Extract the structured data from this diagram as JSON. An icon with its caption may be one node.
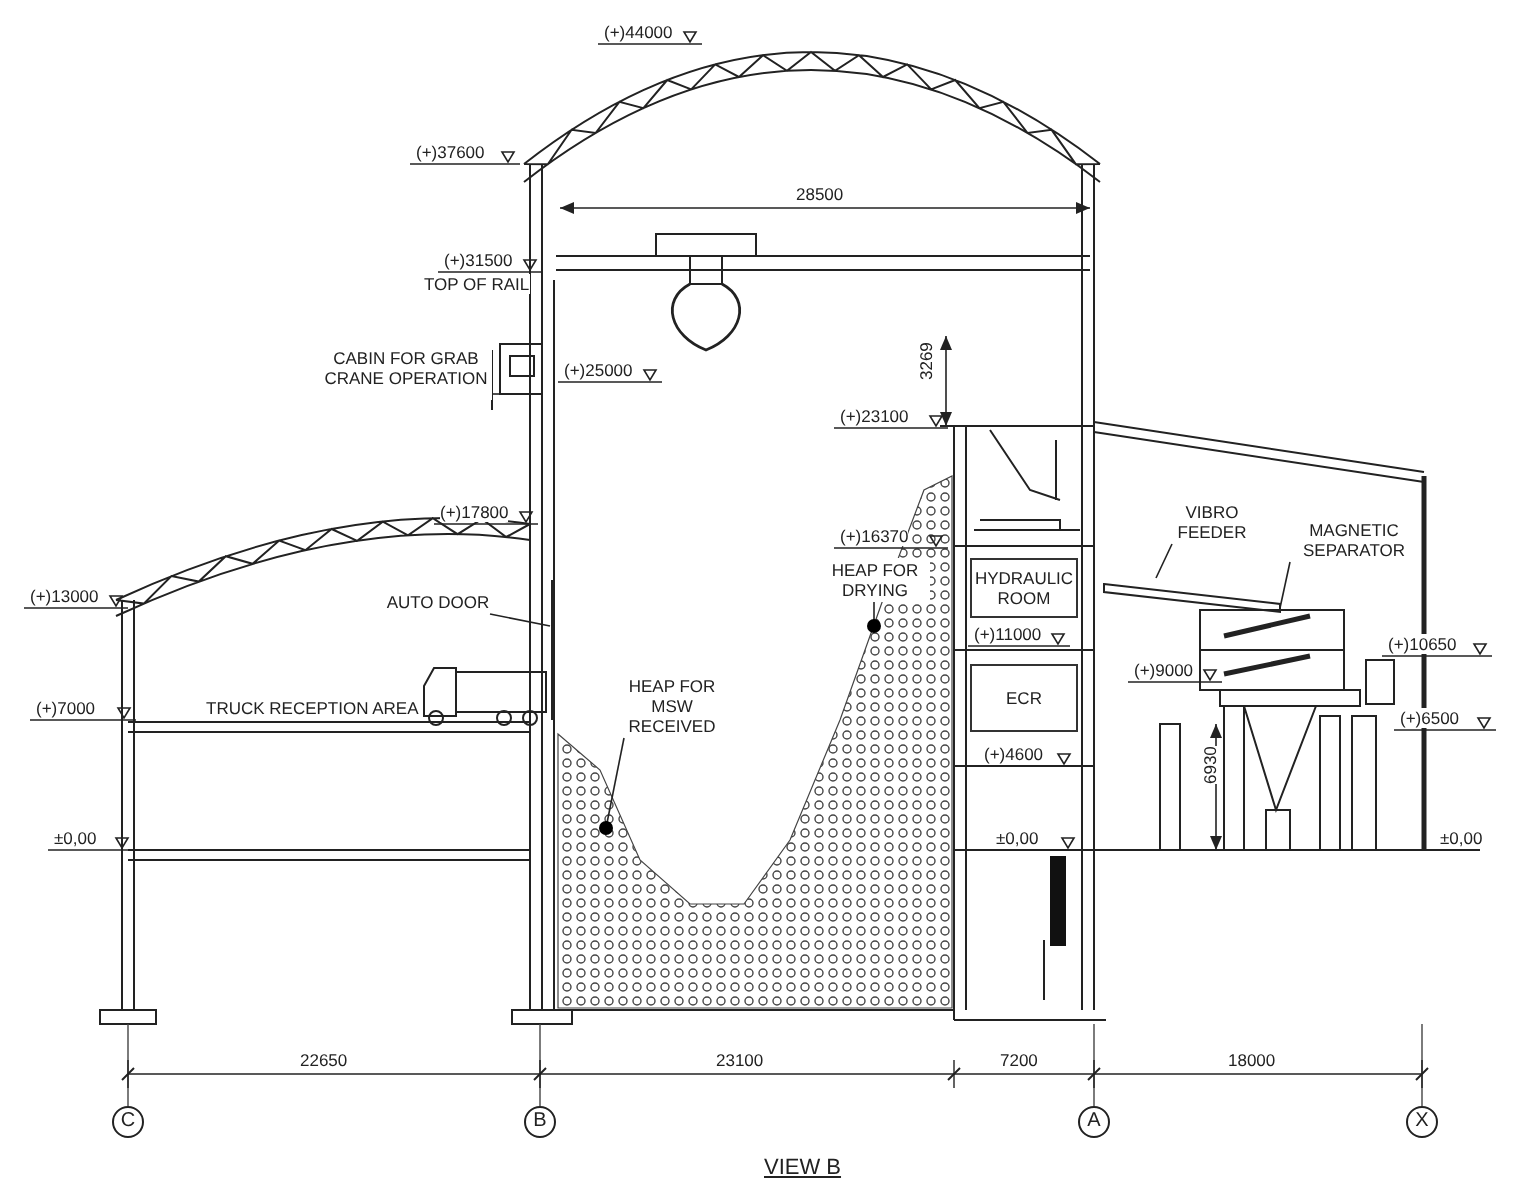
{
  "diagram": {
    "caption": "VIEW B",
    "nodes": [
      {
        "text": [
          "CABIN FOR GRAB CRANE OPERATION"
        ]
      },
      {
        "text": [
          "HEAP FOR DRYING"
        ]
      },
      {
        "text": [
          "VIBRO FEEDER"
        ]
      },
      {
        "text": [
          "MAGNETIC SEPARATOR"
        ]
      },
      {
        "text": [
          "HYDRAULIC ROOM"
        ]
      },
      {
        "text": [
          "AUTO DOOR"
        ]
      },
      {
        "text": [
          "HEAP FOR MSW RECEIVED"
        ]
      },
      {
        "text": [
          "ECR"
        ]
      },
      {
        "text": [
          "C"
        ]
      },
      {
        "text": [
          "B"
        ]
      },
      {
        "text": [
          "A"
        ]
      },
      {
        "text": [
          "X"
        ]
      }
    ],
    "edges": [
      {
        "from": 0,
        "to": null,
        "arrow": "none"
      },
      {
        "from": 1,
        "to": null,
        "arrow": "other"
      },
      {
        "from": 2,
        "to": null,
        "arrow": "none"
      },
      {
        "from": 3,
        "to": null,
        "arrow": "none"
      },
      {
        "from": 5,
        "to": null,
        "arrow": "none"
      },
      {
        "from": 6,
        "to": null,
        "arrow": "other"
      }
    ],
    "labels": [
      "(+)44000",
      "(+)37600",
      "28500",
      "(+)31500",
      "TOP OF RAIL",
      "(+)25000",
      "3269",
      "(+)23100",
      "(+)17800",
      "(+)16370",
      "(+)13000",
      "(+)11000",
      "(+)10650",
      "(+)9000",
      "(+)7000",
      "TRUCK RECEPTION AREA",
      "(+)6500",
      "(+)4600",
      "6930",
      "±0,00",
      "±0,00",
      "±0,00",
      "22650",
      "23100",
      "7200",
      "18000"
    ]
  }
}
